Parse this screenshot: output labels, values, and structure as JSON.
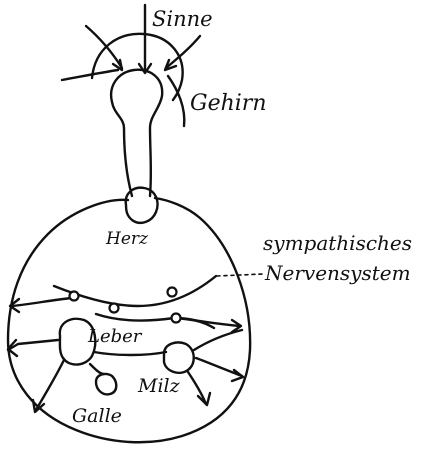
{
  "labels": {
    "sinne": "Sinne",
    "gehirn": "Gehirn",
    "herz": "Herz",
    "sympathisches": "sympathisches",
    "nervensystem": "Nervensystem",
    "leber": "Leber",
    "milz": "Milz",
    "galle": "Galle"
  },
  "colors": {
    "ink": "#111111",
    "paper": "#ffffff"
  }
}
